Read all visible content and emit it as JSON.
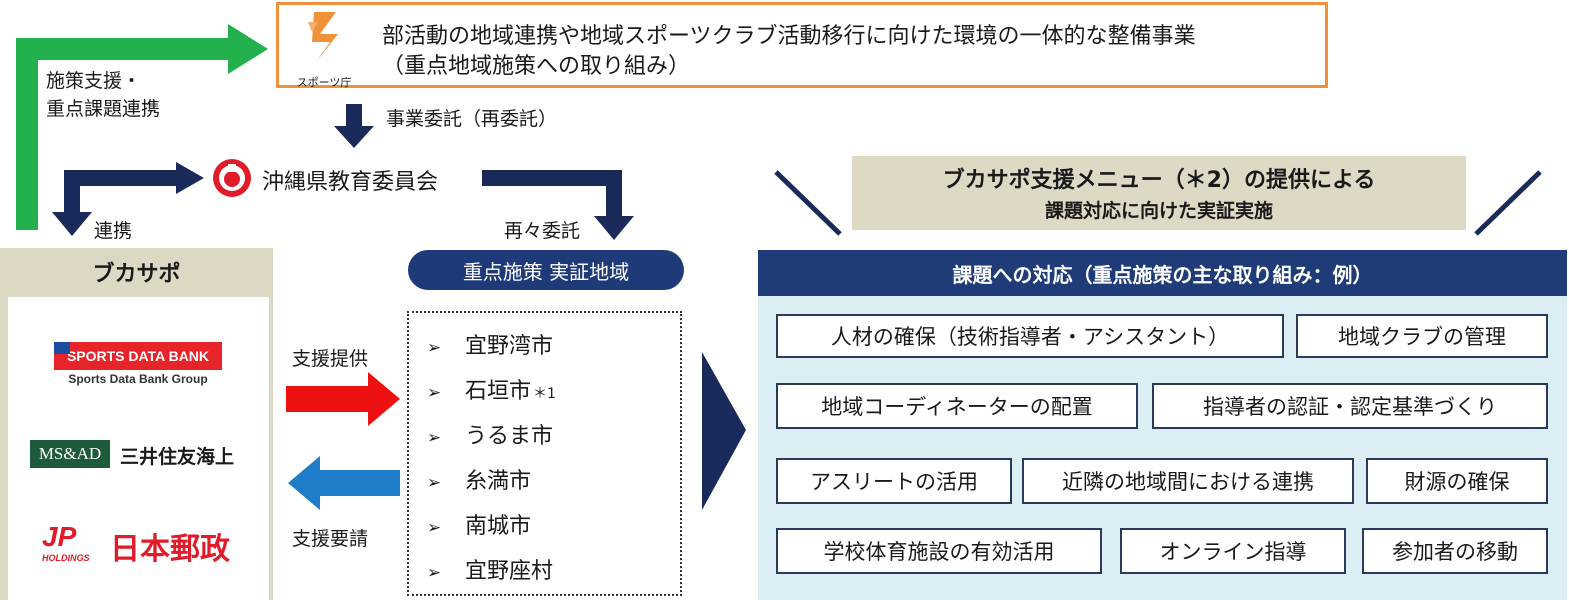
{
  "top": {
    "logo_caption": "スポーツ庁",
    "line1": "部活動の地域連携や地域スポーツクラブ活動移行に向けた環境の一体的な整備事業",
    "line2": "（重点地域施策への取り組み）"
  },
  "left_arrow_label": {
    "line1": "施策支援・",
    "line2": "重点課題連携"
  },
  "commission_label": "事業委託（再委託）",
  "board_label": "沖縄県教育委員会",
  "renkei_label": "連携",
  "resaitaku_label": "再々委託",
  "bukasapo": {
    "title": "ブカサポ",
    "partners": {
      "sdb_title": "SPORTS DATA BANK",
      "sdb_sub": "Sports Data Bank Group",
      "msad_badge": "MS&AD",
      "msad_name": "三井住友海上",
      "jp_mark": "JP",
      "jp_sub": "HOLDINGS",
      "jp_name": "日本郵政"
    }
  },
  "support_offer_label": "支援提供",
  "support_request_label": "支援要請",
  "region": {
    "title": "重点施策 実証地域",
    "bullet": "➢",
    "cities": [
      {
        "name": "宜野湾市",
        "note": ""
      },
      {
        "name": "石垣市",
        "note": "＊1"
      },
      {
        "name": "うるま市",
        "note": ""
      },
      {
        "name": "糸満市",
        "note": ""
      },
      {
        "name": "南城市",
        "note": ""
      },
      {
        "name": "宜野座村",
        "note": ""
      }
    ]
  },
  "menu": {
    "line1": "ブカサポ支援メニュー（＊2）の提供による",
    "line2": "課題対応に向けた実証実施"
  },
  "tasks": {
    "header": "課題への対応（重点施策の主な取り組み：例）",
    "items": [
      "人材の確保（技術指導者・アシスタント）",
      "地域クラブの管理",
      "地域コーディネーターの配置",
      "指導者の認証・認定基準づくり",
      "アスリートの活用",
      "近隣の地域間における連携",
      "財源の確保",
      "学校体育施設の有効活用",
      "オンライン指導",
      "参加者の移動"
    ]
  },
  "colors": {
    "navy": "#1f3c78",
    "green": "#22b14c",
    "red": "#ee1111",
    "blue": "#1f7cc8",
    "orange": "#f0923a",
    "beige": "#ddd9c4",
    "light_blue": "#daeef3"
  }
}
